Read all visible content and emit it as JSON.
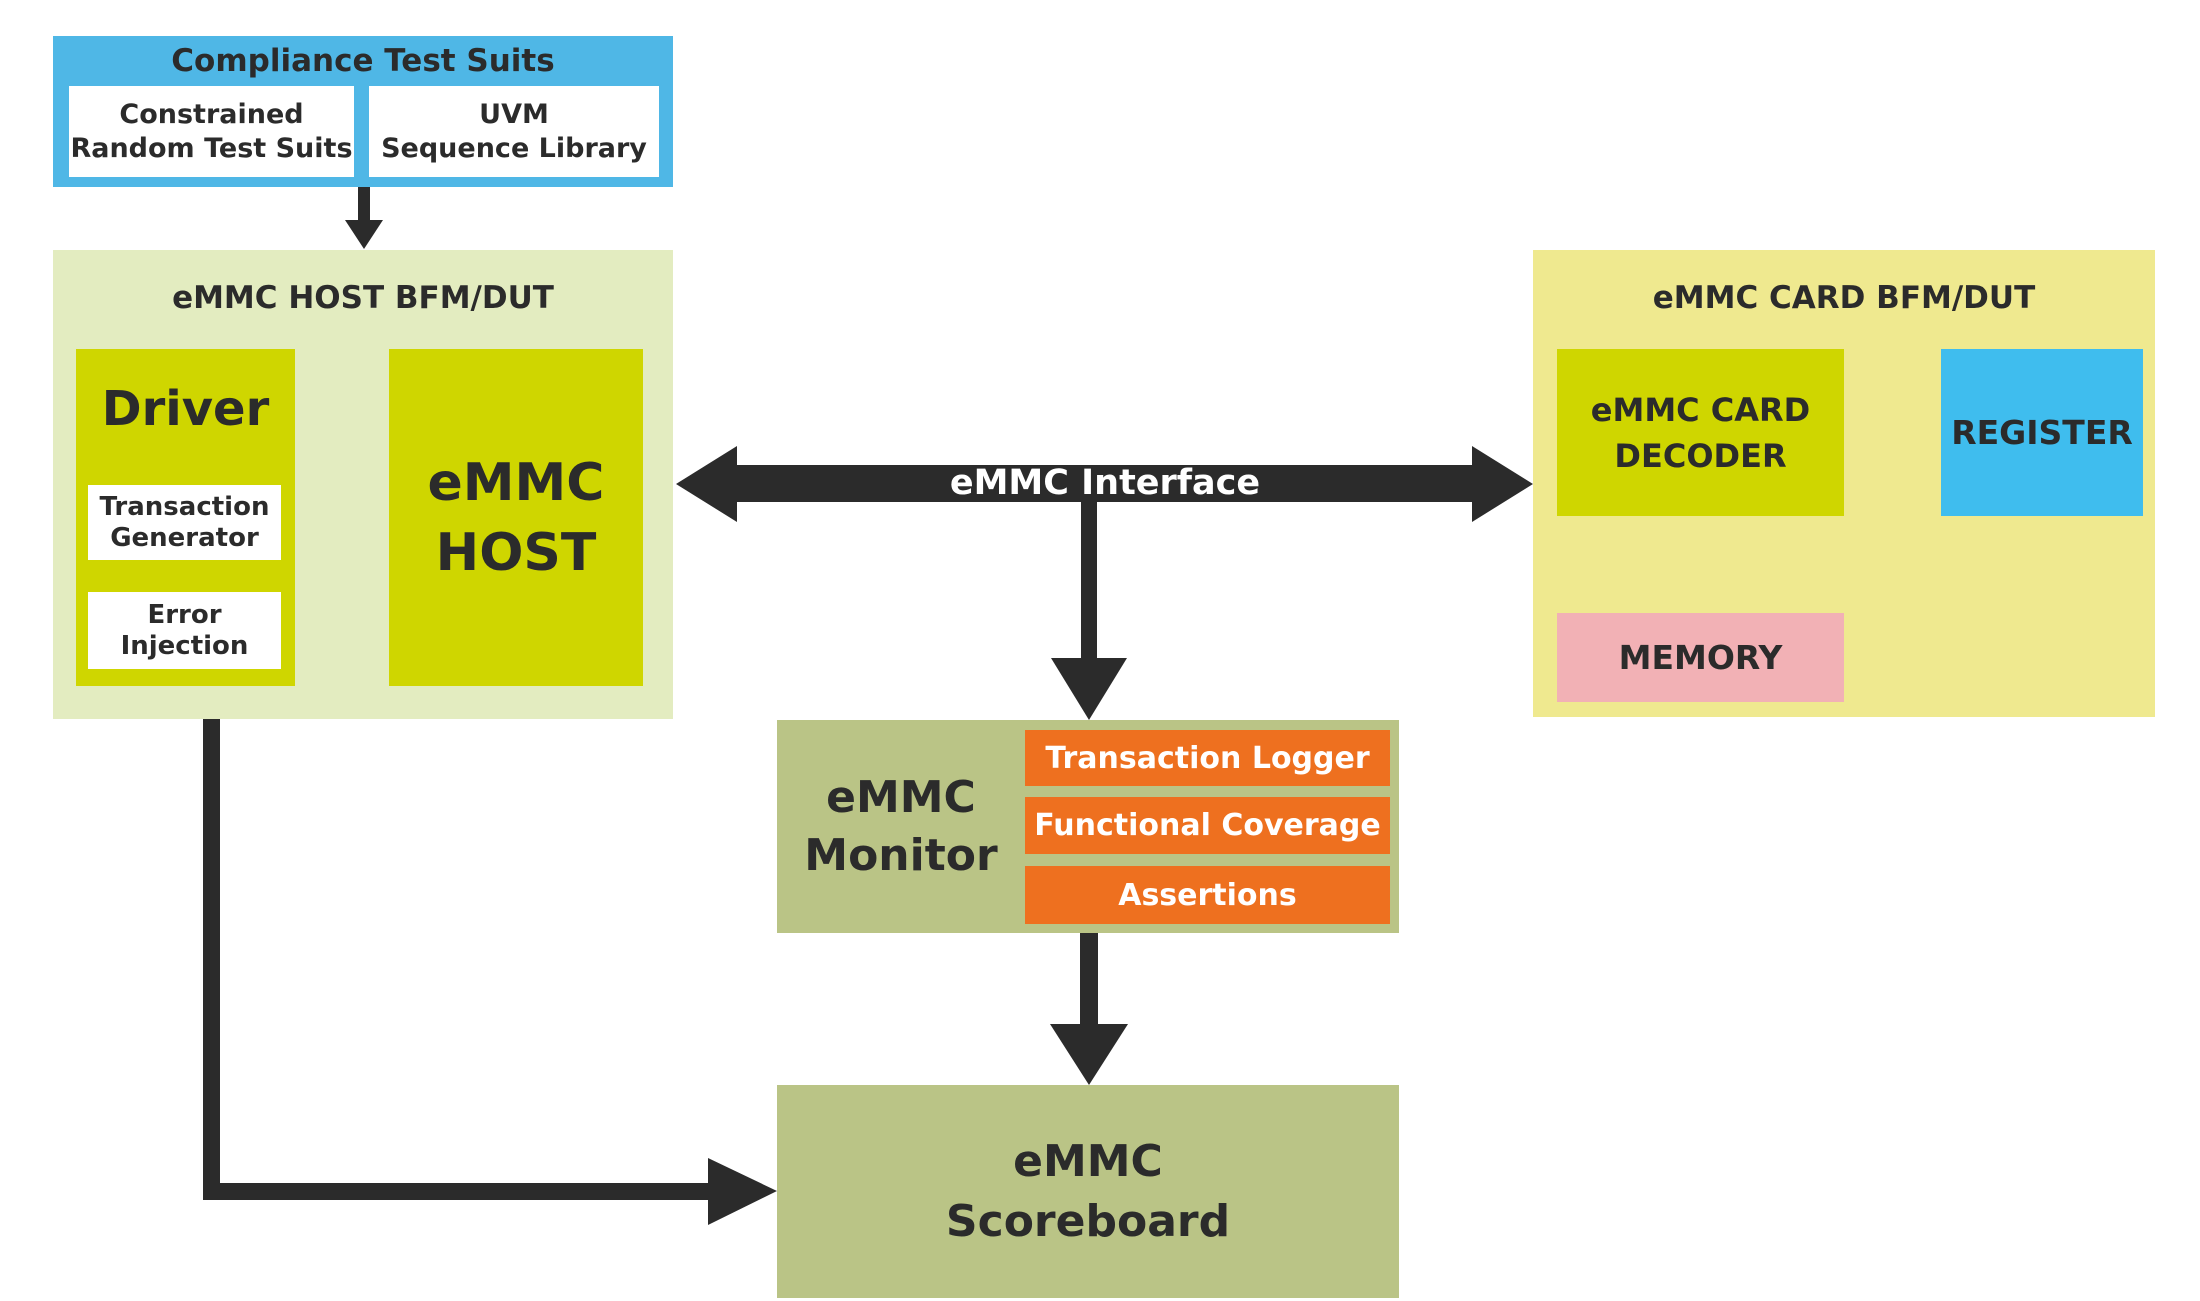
{
  "compliance": {
    "title": "Compliance Test Suits",
    "constrained_random": [
      "Constrained",
      "Random Test Suits"
    ],
    "uvm_library": [
      "UVM",
      "Sequence Library"
    ]
  },
  "host_bfm": {
    "title": "eMMC HOST BFM/DUT",
    "driver": {
      "title": "Driver",
      "transaction_generator": [
        "Transaction",
        "Generator"
      ],
      "error_injection": [
        "Error",
        "Injection"
      ]
    },
    "host_core": [
      "eMMC",
      "HOST"
    ]
  },
  "interface": {
    "label": "eMMC Interface"
  },
  "card_bfm": {
    "title": "eMMC CARD BFM/DUT",
    "decoder": [
      "eMMC CARD",
      "DECODER"
    ],
    "register": "REGISTER",
    "memory": "MEMORY"
  },
  "monitor": {
    "title": [
      "eMMC",
      "Monitor"
    ],
    "components": [
      "Transaction Logger",
      "Functional Coverage",
      "Assertions"
    ]
  },
  "scoreboard": {
    "title": [
      "eMMC",
      "Scoreboard"
    ]
  },
  "colors": {
    "compliance": "#4fb7e6",
    "host_bg": "#e3ecc0",
    "lime": "#cfd600",
    "card_bg": "#efe98f",
    "register": "#3fbdee",
    "memory": "#f2b1b5",
    "monitor": "#bac486",
    "orange": "#ee701f",
    "arrow": "#2b2b2b"
  }
}
